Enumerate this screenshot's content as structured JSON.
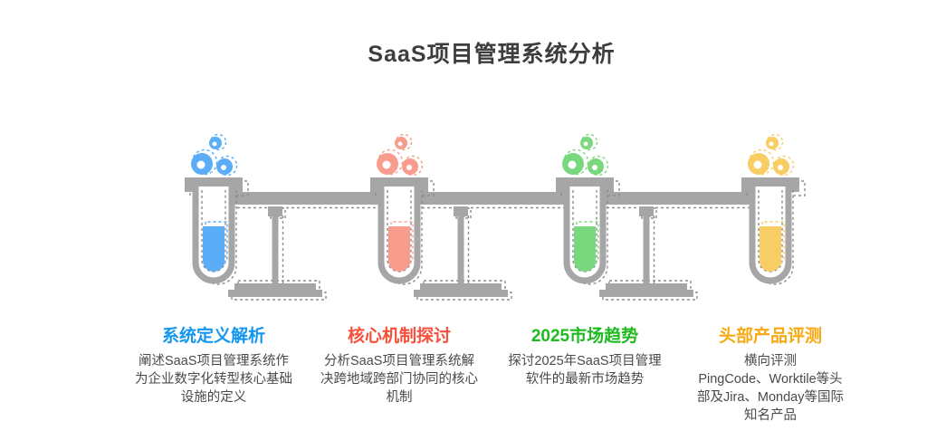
{
  "title": "SaaS项目管理系统分析",
  "colors": {
    "background": "#ffffff",
    "title_text": "#3d3d3d",
    "body_text": "#4a4a4a",
    "illustration_gray": "#a6a6a6",
    "illustration_dash": "#8d8d8d"
  },
  "sections": [
    {
      "id": "definition",
      "heading": "系统定义解析",
      "heading_color": "#1296f0",
      "liquid_color": "#5badf8",
      "description": "阐述SaaS项目管理系统作\n为企业数字化转型核心基础\n设施的定义"
    },
    {
      "id": "mechanism",
      "heading": "核心机制探讨",
      "heading_color": "#f94f3a",
      "liquid_color": "#f99c8d",
      "description": "分析SaaS项目管理系统解\n决跨地域跨部门协同的核心\n机制"
    },
    {
      "id": "trends",
      "heading": "2025市场趋势",
      "heading_color": "#1fba1f",
      "liquid_color": "#79d87e",
      "description": "探讨2025年SaaS项目管理\n软件的最新市场趋势"
    },
    {
      "id": "products",
      "heading": "头部产品评测",
      "heading_color": "#f7a911",
      "liquid_color": "#f8cd64",
      "description": "横向评测\nPingCode、Worktile等头\n部及Jira、Monday等国际\n知名产品"
    }
  ]
}
